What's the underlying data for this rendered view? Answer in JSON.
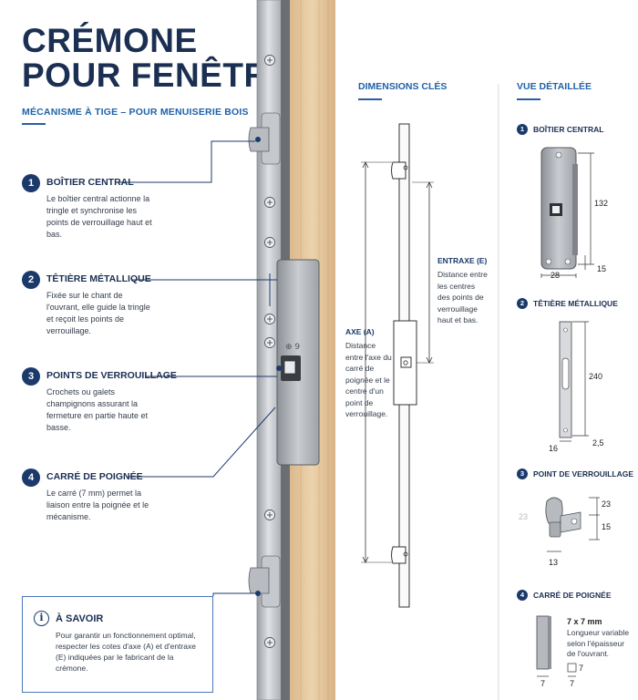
{
  "header": {
    "title_line1": "CRÉMONE",
    "title_line2": "POUR FENÊTRE",
    "subtitle": "MÉCANISME À TIGE – POUR MENUISERIE BOIS"
  },
  "callouts": [
    {
      "num": "1",
      "title": "BOÎTIER CENTRAL",
      "text": "Le boîtier central actionne la tringle et synchronise les points de verrouillage haut et bas."
    },
    {
      "num": "2",
      "title": "TÊTIÈRE MÉTALLIQUE",
      "text": "Fixée sur le chant de l'ouvrant, elle guide la tringle et reçoit les points de verrouillage."
    },
    {
      "num": "3",
      "title": "POINTS DE VERROUILLAGE",
      "text": "Crochets ou galets champignons assurant la fermeture en partie haute et basse."
    },
    {
      "num": "4",
      "title": "CARRÉ DE POIGNÉE",
      "text": "Le carré (7 mm) permet la liaison entre la poignée et le mécanisme."
    }
  ],
  "info_box": {
    "title": "À SAVOIR",
    "text": "Pour garantir un fonctionnement optimal, respecter les cotes d'axe (A) et d'entraxe (E) indiquées par le fabricant de la crémone."
  },
  "dimensions": {
    "heading": "DIMENSIONS CLÉS",
    "axe_label": "AXE (A)",
    "axe_text": "Distance entre l'axe du carré de poignée et le centre d'un point de verrouillage.",
    "entraxe_label": "ENTRAXE (E)",
    "entraxe_text": "Distance entre les centres des points de verrouillage haut et bas."
  },
  "detail": {
    "heading": "VUE DÉTAILLÉE",
    "items": [
      {
        "num": "1",
        "title": "BOÎTIER CENTRAL",
        "dims": [
          "132",
          "28",
          "15"
        ]
      },
      {
        "num": "2",
        "title": "TÊTIÈRE MÉTALLIQUE",
        "dims": [
          "240",
          "16",
          "2,5"
        ]
      },
      {
        "num": "3",
        "title": "POINT DE VERROUILLAGE",
        "dims": [
          "23",
          "15",
          "13",
          "23"
        ]
      },
      {
        "num": "4",
        "title": "CARRÉ DE POIGNÉE",
        "dims": [
          "7",
          "7",
          "7"
        ],
        "size_label": "7 x 7 mm",
        "size_text": "Longueur variable selon l'épaisseur de l'ouvrant."
      }
    ]
  },
  "colors": {
    "navy": "#1b3a6b",
    "accent_blue": "#1e62a8",
    "wood": "#e2c49c",
    "steel": "#b9bcc0"
  }
}
